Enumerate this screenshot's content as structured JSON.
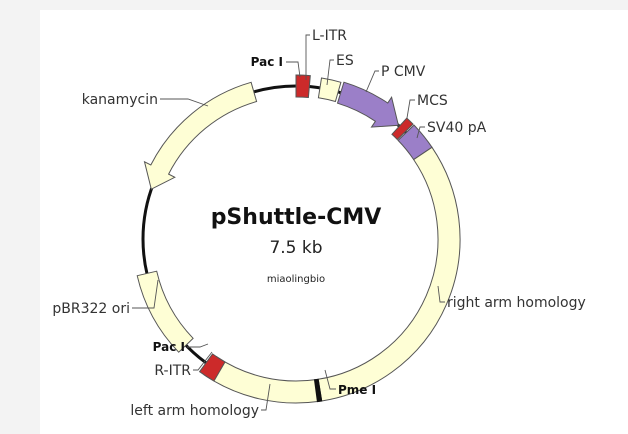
{
  "plasmid": {
    "name": "pShuttle-CMV",
    "size": "7.5 kb",
    "watermark": "miaolingbio"
  },
  "colors": {
    "feature_fill": "#fefed5",
    "promoter_fill": "#9b7fc8",
    "site_fill": "#cc2a2a",
    "backbone": "#111111"
  },
  "features": {
    "l_itr": "L-ITR",
    "es": "ES",
    "p_cmv": "P CMV",
    "mcs": "MCS",
    "sv40_pa": "SV40 pA",
    "right_arm": "right arm homology",
    "pme_i": "Pme I",
    "left_arm": "left arm homology",
    "r_itr": "R-ITR",
    "pac_i_bottom": "Pac I",
    "pbr322_ori": "pBR322 ori",
    "kanamycin": "kanamycin",
    "pac_i_top": "Pac I"
  }
}
